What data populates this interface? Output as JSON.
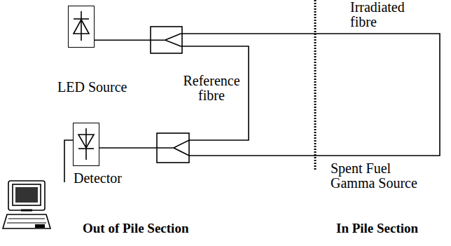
{
  "diagram": {
    "nodes": [
      {
        "text": [
          "LED Source"
        ]
      },
      {
        "text": [
          "Detector"
        ]
      }
    ],
    "edges": [
      {
        "from": 0,
        "to": 1,
        "arrow": "none"
      }
    ],
    "labels": [
      "Reference fibre",
      "Irradiated fibre",
      "Spent Fuel Gamma Source",
      "Out of Pile Section",
      "In Pile Section"
    ]
  }
}
